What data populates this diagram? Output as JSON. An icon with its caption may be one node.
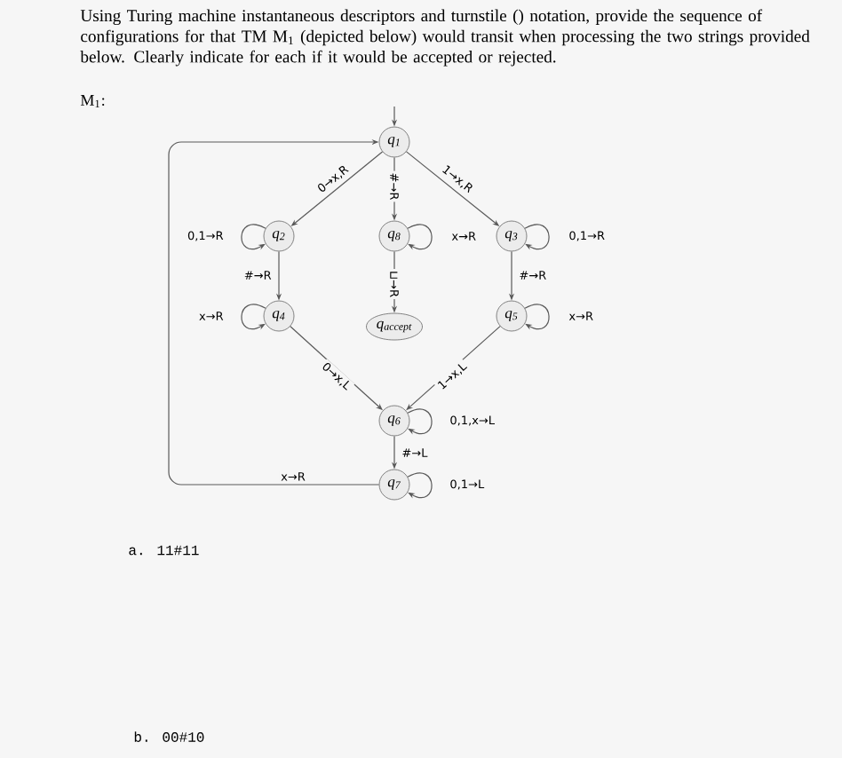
{
  "diagram": {
    "title": "Using Turing machine instantaneous descriptors and turnstile () notation, provide the sequence of configurations for that TM M$_{1}$ (depicted below) would transit when processing the two strings provided below. Clearly indicate for each if it would be accepted or rejected.",
    "nodes": [
      {
        "text": [
          "q$_{1}$"
        ]
      },
      {
        "text": [
          "q$_{2}$"
        ]
      },
      {
        "text": [
          "q$_{8}$"
        ]
      },
      {
        "text": [
          "q$_{3}$"
        ]
      },
      {
        "text": [
          "q$_{4}$"
        ]
      },
      {
        "text": [
          "q$_{accept}$"
        ]
      },
      {
        "text": [
          "q$_{5}$"
        ]
      },
      {
        "text": [
          "q$_{6}$"
        ]
      },
      {
        "text": [
          "q$_{7}$"
        ]
      }
    ],
    "edges": [
      {
        "from": null,
        "to": 0,
        "arrow": "to"
      },
      {
        "from": 0,
        "to": 1,
        "arrow": "to",
        "label": "0→x,R"
      },
      {
        "from": 0,
        "to": 2,
        "arrow": "to",
        "label": "#→R"
      },
      {
        "from": 0,
        "to": 3,
        "arrow": "to",
        "label": "1→x,R"
      },
      {
        "from": 1,
        "to": 1,
        "arrow": "to",
        "label": "0,1→R"
      },
      {
        "from": 2,
        "to": 2,
        "arrow": "to",
        "label": "x→R"
      },
      {
        "from": 3,
        "to": 3,
        "arrow": "to",
        "label": "0,1→R"
      },
      {
        "from": 1,
        "to": 4,
        "arrow": "to",
        "label": "#→R"
      },
      {
        "from": 2,
        "to": 5,
        "arrow": "to",
        "label": "⊔→R"
      },
      {
        "from": 3,
        "to": 6,
        "arrow": "to",
        "label": "#→R"
      },
      {
        "from": 4,
        "to": 4,
        "arrow": "to",
        "label": "x→R"
      },
      {
        "from": 6,
        "to": 6,
        "arrow": "to",
        "label": "x→R"
      },
      {
        "from": 4,
        "to": 7,
        "arrow": "to",
        "label": "0→x,L"
      },
      {
        "from": 6,
        "to": 7,
        "arrow": "to",
        "label": "1→x,L"
      },
      {
        "from": 7,
        "to": 7,
        "arrow": "to",
        "label": "0,1,x→L"
      },
      {
        "from": 7,
        "to": 8,
        "arrow": "to",
        "label": "#→L"
      },
      {
        "from": 8,
        "to": 8,
        "arrow": "to",
        "label": "0,1→L"
      },
      {
        "from": 8,
        "to": 0,
        "arrow": "to",
        "label": "x→R"
      }
    ],
    "labels": [
      "M$_{1}$:",
      "a. 11#11",
      "b. 00#10"
    ]
  }
}
